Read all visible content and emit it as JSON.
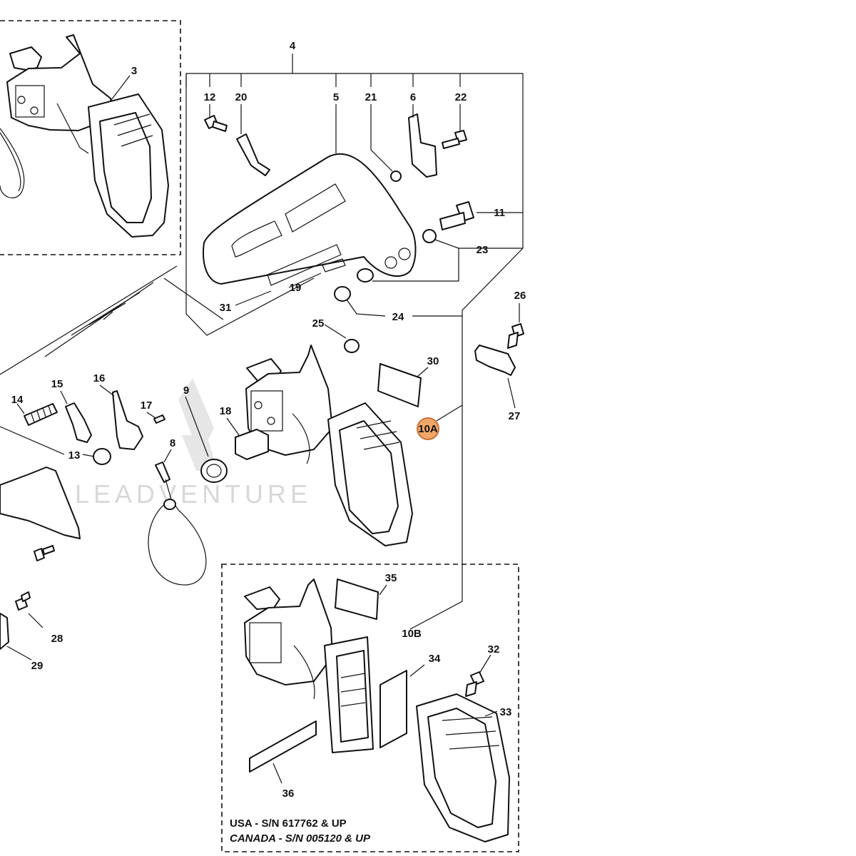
{
  "callouts": {
    "c3": "3",
    "c4": "4",
    "c5": "5",
    "c6": "6",
    "c8": "8",
    "c9": "9",
    "c10A": "10A",
    "c10B": "10B",
    "c11": "11",
    "c12": "12",
    "c13": "13",
    "c14": "14",
    "c15": "15",
    "c16": "16",
    "c17": "17",
    "c18": "18",
    "c19": "19",
    "c20": "20",
    "c21": "21",
    "c22": "22",
    "c23": "23",
    "c24": "24",
    "c25": "25",
    "c26": "26",
    "c27": "27",
    "c28": "28",
    "c29": "29",
    "c30": "30",
    "c31": "31",
    "c32": "32",
    "c33": "33",
    "c34": "34",
    "c35": "35",
    "c36": "36"
  },
  "highlight": {
    "callout": "10A",
    "color": "#f0a868",
    "stroke": "#c8743a"
  },
  "box_caption": {
    "line1": "USA - S/N 617762 & UP",
    "line2": "CANADA - S/N 005120 & UP"
  },
  "watermark": "LEADVENTURE"
}
